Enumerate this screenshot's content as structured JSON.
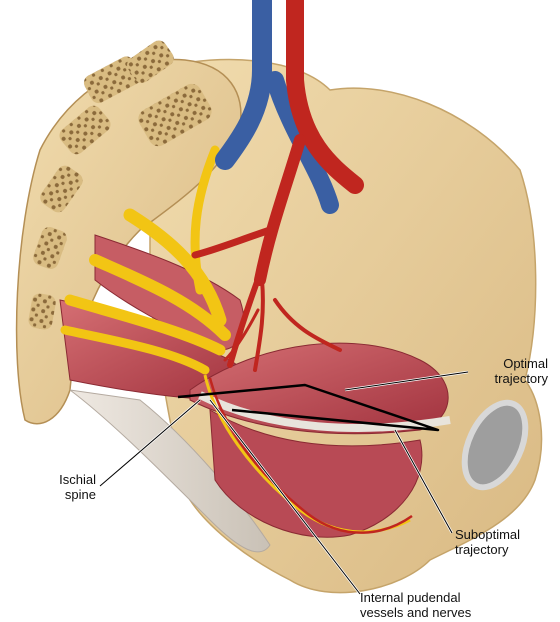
{
  "labels": {
    "optimal": [
      "Optimal",
      "trajectory"
    ],
    "ischial": [
      "Ischial",
      "spine"
    ],
    "suboptimal": [
      "Suboptimal",
      "trajectory"
    ],
    "pudendal": [
      "Internal pudendal",
      "vessels and nerves"
    ]
  },
  "colors": {
    "bone": "#e6cc98",
    "bone_shade": "#c9a86a",
    "muscle": "#b8444f",
    "muscle_light": "#d98585",
    "artery": "#c0261f",
    "vein": "#3a5fa3",
    "nerve": "#f2c514",
    "ligament": "#ddd7cf",
    "line": "#000000"
  }
}
